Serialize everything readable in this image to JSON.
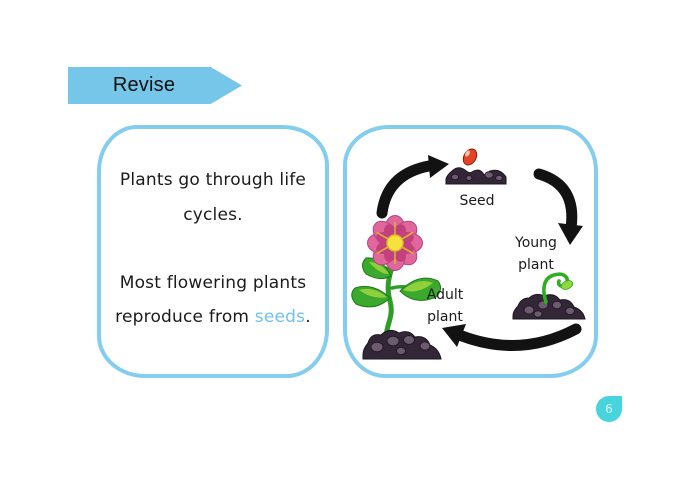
{
  "page": {
    "number": "6"
  },
  "theme": {
    "banner_blue": "#76C6E9",
    "card_border_blue": "#85CDEF",
    "seeds_blue": "#6FC3EF",
    "badge_teal": "#47D4DF",
    "badge_text": "#D8F8FA",
    "text_black": "#1B1B1B",
    "arrow_black": "#121212"
  },
  "banner": {
    "label": "Revise"
  },
  "text_card": {
    "paragraph1": "Plants go through life cycles.",
    "paragraph2": {
      "text_before": "Most flowering plants reproduce from ",
      "highlight": "seeds",
      "text_after": "."
    }
  },
  "diagram": {
    "stages": [
      {
        "label": "Seed"
      },
      {
        "label": "Young\nplant"
      },
      {
        "label": "Adult\nplant"
      }
    ],
    "cycle_order": [
      "Seed",
      "Young plant",
      "Adult plant"
    ],
    "colors": {
      "soil": "#332637",
      "rock": "#6C5B6E",
      "seed_red": "#E54327",
      "sprout_green": "#2FAE24",
      "sprout_leaf": "#8FD93F",
      "leaf_green": "#3BAA2C",
      "leaf_highlight": "#9AD53E",
      "stem_green": "#2E9D28",
      "petal_pink": "#E0669C",
      "petal_inner": "#C2417D",
      "flower_center": "#F6E23C"
    }
  }
}
